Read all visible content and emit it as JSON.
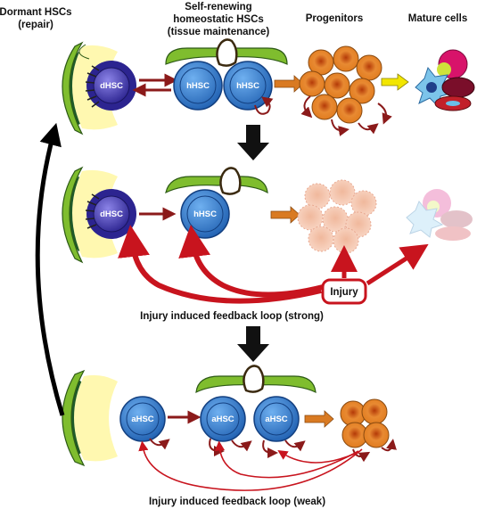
{
  "headers": {
    "dormant_line1": "Dormant HSCs",
    "dormant_line2": "(repair)",
    "selfrenew_line1": "Self-renewing",
    "selfrenew_line2": "homeostatic HSCs",
    "selfrenew_line3": "(tissue maintenance)",
    "progenitors": "Progenitors",
    "mature": "Mature cells"
  },
  "cells": {
    "dormant": "dHSC",
    "homeostatic": "hHSC",
    "activated": "aHSC"
  },
  "labels": {
    "injury": "Injury",
    "loop_strong": "Injury induced feedback loop (strong)",
    "loop_weak": "Injury induced feedback loop (weak)"
  },
  "colors": {
    "niche_green": "#7fbd2e",
    "niche_dark": "#1f5a2a",
    "niche_glow": "#fff8b0",
    "dhsc": "#4a3fb8",
    "hhsc": "#3b82d6",
    "progenitor": "#e07a1c",
    "feedback_red": "#c8141e",
    "arrow_dark": "#8b1a1a",
    "arrow_orange": "#d97a22",
    "arrow_yellow": "#f2e600"
  }
}
